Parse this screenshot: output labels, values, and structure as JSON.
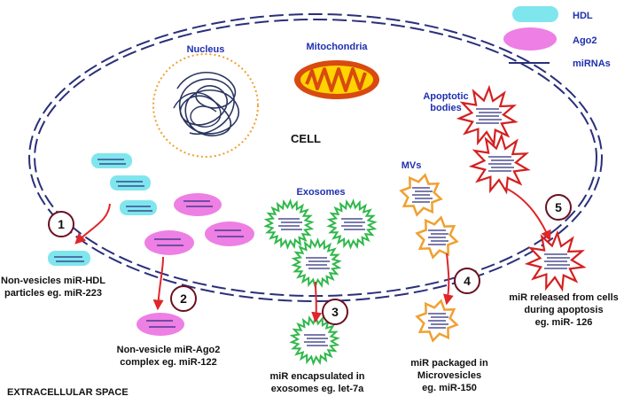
{
  "labels": {
    "nucleus": "Nucleus",
    "mitochondria": "Mitochondria",
    "cell": "CELL",
    "apoptotic_line1": "Apoptotic",
    "apoptotic_line2": "bodies",
    "mvs": "MVs",
    "exosomes": "Exosomes",
    "extracellular_space": "EXTRACELLULAR SPACE"
  },
  "legend": [
    {
      "label": "HDL",
      "color": "#7fe6ee"
    },
    {
      "label": "Ago2",
      "color": "#ee7fe4"
    },
    {
      "label": "miRNAs",
      "color": "#2a2f7a"
    }
  ],
  "steps": [
    {
      "number": "1",
      "line1": "Non-vesicles miR-HDL",
      "line2": "particles eg. miR-223",
      "line3": ""
    },
    {
      "number": "2",
      "line1": "Non-vesicle miR-Ago2",
      "line2": "complex eg. miR-122",
      "line3": ""
    },
    {
      "number": "3",
      "line1": "miR encapsulated in",
      "line2": "exosomes eg. let-7a",
      "line3": ""
    },
    {
      "number": "4",
      "line1": "miR packaged in",
      "line2": "Microvesicles",
      "line3": "eg. miR-150"
    },
    {
      "number": "5",
      "line1": "miR released from cells",
      "line2": "during  apoptosis",
      "line3": "eg. miR- 126"
    }
  ],
  "colors": {
    "membrane": "#2a2f7a",
    "arrow": "#e0262a",
    "hdl": "#7fe6ee",
    "ago2": "#ee7fe4",
    "exosome": "#2fb84a",
    "microvesicle": "#f0a030",
    "apoptotic": "#d42020",
    "label_blue": "#1f2fb0",
    "nucleus_border": "#f0a030",
    "mito_outer": "#d84a10",
    "mito_inner": "#ffd400"
  }
}
